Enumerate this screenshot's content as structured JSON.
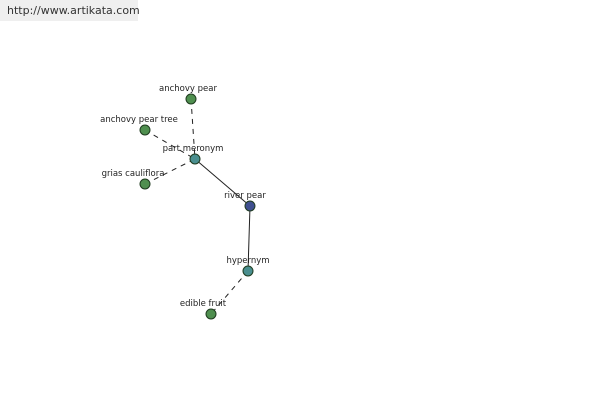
{
  "banner": {
    "url": "http://www.artikata.com"
  },
  "graph": {
    "nodes": {
      "anchovy_pear": "anchovy pear",
      "anchovy_pear_tree": "anchovy pear tree",
      "part_meronym": "part meronym",
      "grias_cauliflora": "grias cauliflora",
      "river_pear": "river pear",
      "hypernym": "hypernym",
      "edible_fruit": "edible fruit"
    },
    "colors": {
      "leaf_node": "#4f8f4f",
      "relation_node": "#4a8f8f",
      "center_node": "#3f4f8f",
      "edge": "#222222"
    }
  }
}
